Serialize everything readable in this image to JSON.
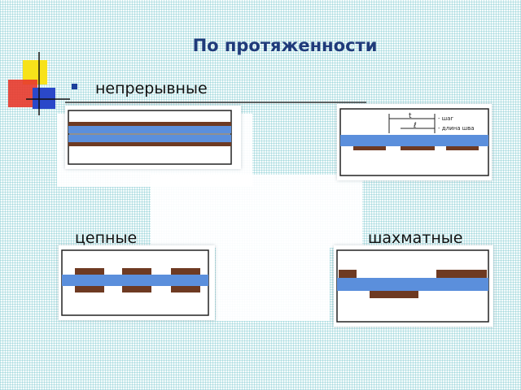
{
  "slide": {
    "title": "По протяженности",
    "bullet": "непрерывные",
    "label_chain": "цепные",
    "label_staggered": "шахматные"
  },
  "figure_pitch": {
    "pitch_label": "- шаг",
    "seam_length_label": "- длина шва",
    "t_symbol": "t",
    "l_symbol": "ℓ"
  },
  "colors": {
    "title": "#1f3a7a",
    "plate_blue": "#5b8fdc",
    "weld_brown": "#6e3a22",
    "bullet": "#1d3f9b"
  }
}
